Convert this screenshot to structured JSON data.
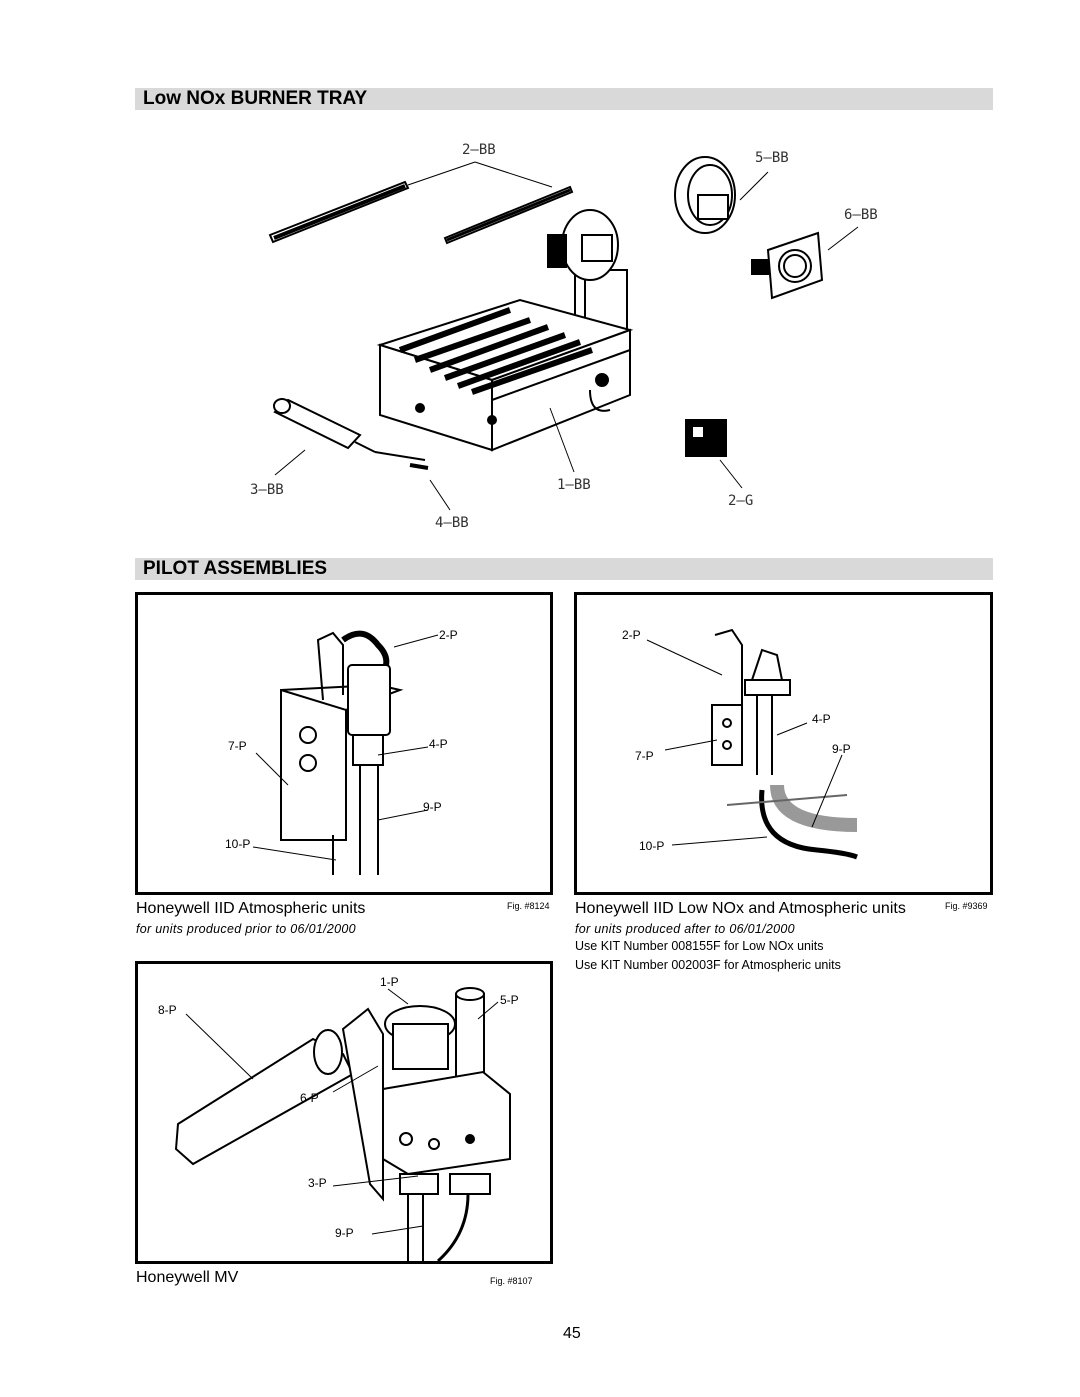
{
  "sections": {
    "burner_title": "Low NOx BURNER TRAY",
    "pilot_title": "PILOT ASSEMBLIES"
  },
  "burner_diagram": {
    "labels": {
      "bb2": "2–BB",
      "bb5": "5–BB",
      "bb6": "6–BB",
      "bb3": "3–BB",
      "bb1": "1–BB",
      "g2": "2–G",
      "bb4": "4–BB"
    }
  },
  "pilot_atmospheric": {
    "labels": {
      "p2": "2-P",
      "p7": "7-P",
      "p4": "4-P",
      "p9": "9-P",
      "p10": "10-P"
    },
    "caption": "Honeywell IID Atmospheric units",
    "fig": "Fig. #8124",
    "note": "for units produced prior to 06/01/2000"
  },
  "pilot_lownox": {
    "labels": {
      "p2": "2-P",
      "p4": "4-P",
      "p7": "7-P",
      "p9": "9-P",
      "p10": "10-P"
    },
    "caption": "Honeywell IID Low NOx and Atmospheric units",
    "fig": "Fig. #9369",
    "note": "for units produced after to 06/01/2000",
    "kit1": "Use KIT Number 008155F for Low NOx units",
    "kit2": "Use KIT Number 002003F for Atmospheric units"
  },
  "pilot_mv": {
    "labels": {
      "p1": "1-P",
      "p8": "8-P",
      "p5": "5-P",
      "p6": "6-P",
      "p3": "3-P",
      "p9": "9-P"
    },
    "caption": "Honeywell MV",
    "fig": "Fig. #8107"
  },
  "page_number": "45"
}
